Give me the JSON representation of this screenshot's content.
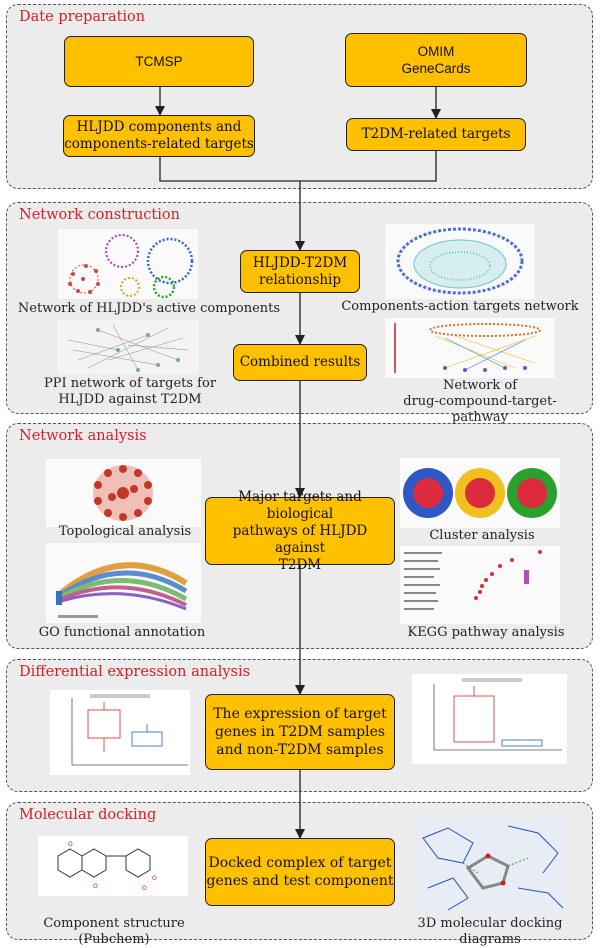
{
  "sections": {
    "date_prep": {
      "title": "Date preparation",
      "tcmsp": "TCMSP",
      "omim": "OMIM\nGeneCards",
      "hljdd_components": "HLJDD components and\ncomponents-related targets",
      "t2dm_targets": "T2DM-related targets"
    },
    "network_construction": {
      "title": "Network construction",
      "relationship": "HLJDD-T2DM\nrelationship",
      "combined": "Combined results",
      "cap_active": "Network of HLJDD's active components",
      "cap_ppi": "PPI network of targets for\nHLJDD against T2DM",
      "cap_components_action": "Components-action targets network",
      "cap_drug_pathway": "Network of\ndrug-compound-target-pathway"
    },
    "network_analysis": {
      "title": "Network analysis",
      "major": "Major targets and biological\npathways of HLJDD against\nT2DM",
      "cap_topological": "Topological analysis",
      "cap_go": "GO functional annotation",
      "cap_cluster": "Cluster analysis",
      "cap_kegg": "KEGG pathway analysis"
    },
    "differential": {
      "title": "Differential expression analysis",
      "expression": "The expression of target\ngenes in T2DM samples\nand non-T2DM samples"
    },
    "docking": {
      "title": "Molecular docking",
      "docked": "Docked complex of target\ngenes and test component",
      "cap_structure": "Component structure (Pubchem)",
      "cap_3d": "3D molecular docking diagrams"
    }
  },
  "colors": {
    "box_fill": "#ffc000",
    "section_fill": "#ececec",
    "title_red": "#d4202a"
  }
}
